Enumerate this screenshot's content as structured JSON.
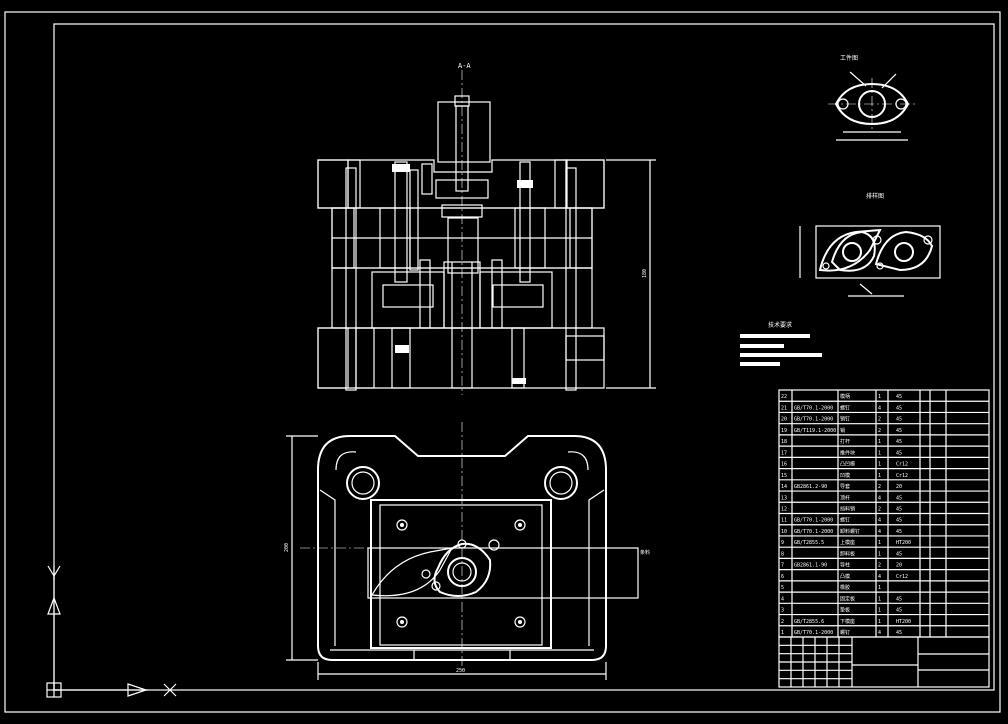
{
  "drawing": {
    "section_label": "A-A",
    "part_view_label": "工件图",
    "layout_view_label": "排样图",
    "notes_title": "技术要求",
    "strip_label": "条料",
    "dim_height": "180",
    "dim_width": "250",
    "dim_depth": "200"
  },
  "bom": {
    "rows": [
      {
        "no": "22",
        "std": "",
        "name": "模柄",
        "qty": "1",
        "mat": "45"
      },
      {
        "no": "21",
        "std": "GB/T70.1-2000",
        "name": "螺钉",
        "qty": "4",
        "mat": "45"
      },
      {
        "no": "20",
        "std": "GB/T70.1-2000",
        "name": "销钉",
        "qty": "2",
        "mat": "45"
      },
      {
        "no": "19",
        "std": "GB/T119.1-2000",
        "name": "销",
        "qty": "2",
        "mat": "45"
      },
      {
        "no": "18",
        "std": "",
        "name": "打杆",
        "qty": "1",
        "mat": "45"
      },
      {
        "no": "17",
        "std": "",
        "name": "推件块",
        "qty": "1",
        "mat": "45"
      },
      {
        "no": "16",
        "std": "",
        "name": "凸凹模",
        "qty": "1",
        "mat": "Cr12"
      },
      {
        "no": "15",
        "std": "",
        "name": "凹模",
        "qty": "1",
        "mat": "Cr12"
      },
      {
        "no": "14",
        "std": "GB2861.2-90",
        "name": "导套",
        "qty": "2",
        "mat": "20"
      },
      {
        "no": "13",
        "std": "",
        "name": "顶杆",
        "qty": "4",
        "mat": "45"
      },
      {
        "no": "12",
        "std": "",
        "name": "挡料销",
        "qty": "2",
        "mat": "45"
      },
      {
        "no": "11",
        "std": "GB/T70.1-2000",
        "name": "螺钉",
        "qty": "4",
        "mat": "45"
      },
      {
        "no": "10",
        "std": "GB/T70.1-2000",
        "name": "卸料螺钉",
        "qty": "4",
        "mat": "45"
      },
      {
        "no": "9",
        "std": "GB/T2855.5",
        "name": "上模座",
        "qty": "1",
        "mat": "HT200"
      },
      {
        "no": "8",
        "std": "",
        "name": "卸料板",
        "qty": "1",
        "mat": "45"
      },
      {
        "no": "7",
        "std": "GB2861.1-90",
        "name": "导柱",
        "qty": "2",
        "mat": "20"
      },
      {
        "no": "6",
        "std": "",
        "name": "凸模",
        "qty": "4",
        "mat": "Cr12"
      },
      {
        "no": "5",
        "std": "",
        "name": "橡胶",
        "qty": "1",
        "mat": ""
      },
      {
        "no": "4",
        "std": "",
        "name": "固定板",
        "qty": "1",
        "mat": "45"
      },
      {
        "no": "3",
        "std": "",
        "name": "垫板",
        "qty": "1",
        "mat": "45"
      },
      {
        "no": "2",
        "std": "GB/T2855.6",
        "name": "下模座",
        "qty": "1",
        "mat": "HT200"
      },
      {
        "no": "1",
        "std": "GB/T70.1-2000",
        "name": "螺钉",
        "qty": "4",
        "mat": "45"
      }
    ]
  }
}
